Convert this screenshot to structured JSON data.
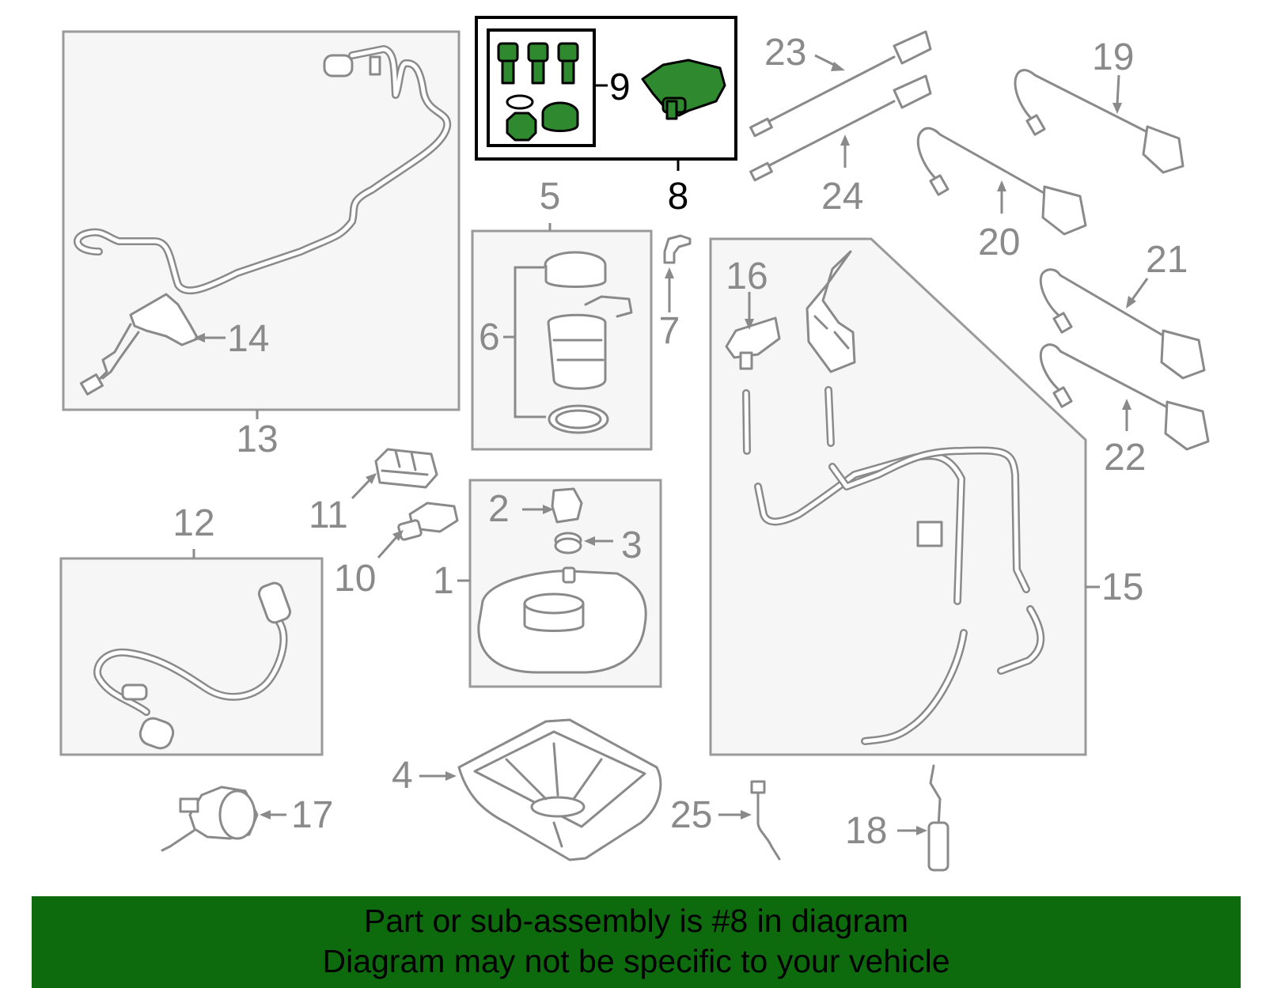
{
  "diagram": {
    "highlight_color": "#2f8a2f",
    "labels": {
      "c1": "1",
      "c2": "2",
      "c3": "3",
      "c4": "4",
      "c5": "5",
      "c6": "6",
      "c7": "7",
      "c8": "8",
      "c9": "9",
      "c10": "10",
      "c11": "11",
      "c12": "12",
      "c13": "13",
      "c14": "14",
      "c15": "15",
      "c16": "16",
      "c17": "17",
      "c18": "18",
      "c19": "19",
      "c20": "20",
      "c21": "21",
      "c22": "22",
      "c23": "23",
      "c24": "24",
      "c25": "25"
    }
  },
  "banner": {
    "line1": "Part or sub-assembly is #8 in diagram",
    "line2": "Diagram may not be specific to your vehicle",
    "background": "#0d6b0d"
  }
}
